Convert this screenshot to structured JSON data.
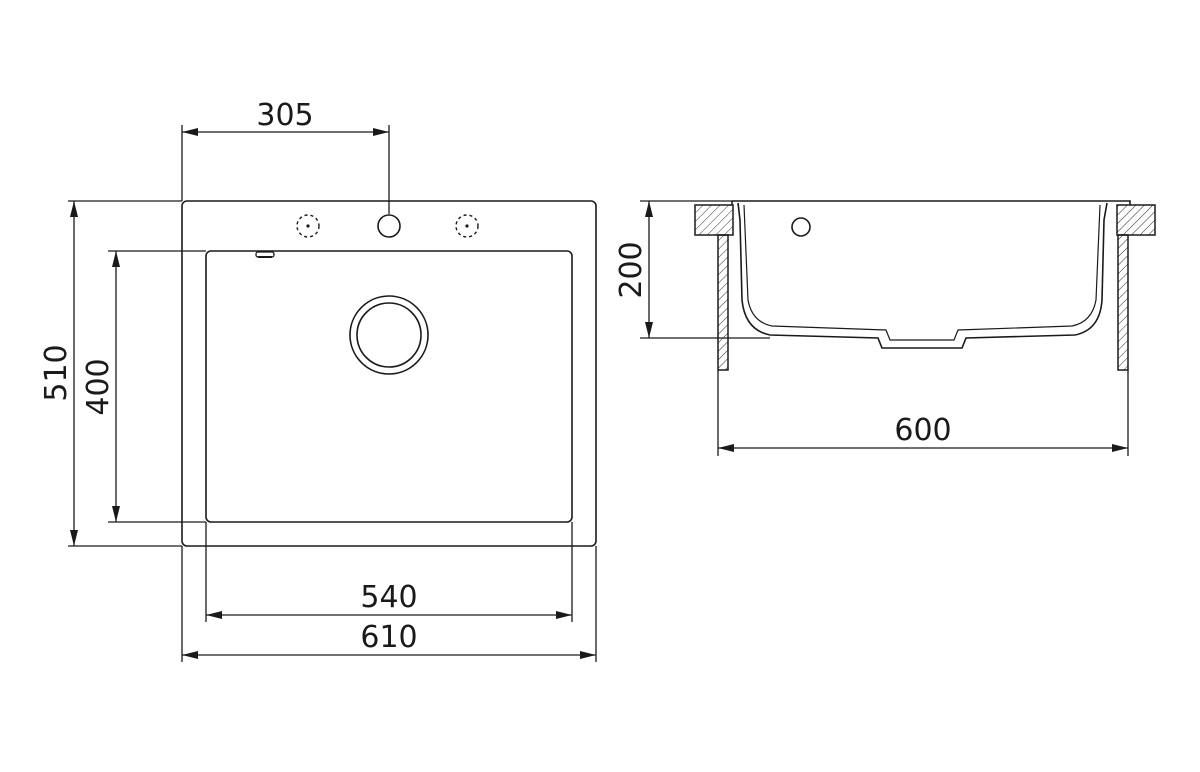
{
  "dimensions": {
    "tap_offset": "305",
    "outer_depth": "510",
    "bowl_depth": "400",
    "bowl_width": "540",
    "outer_width": "610",
    "bowl_height": "200",
    "cabinet_width": "600"
  }
}
